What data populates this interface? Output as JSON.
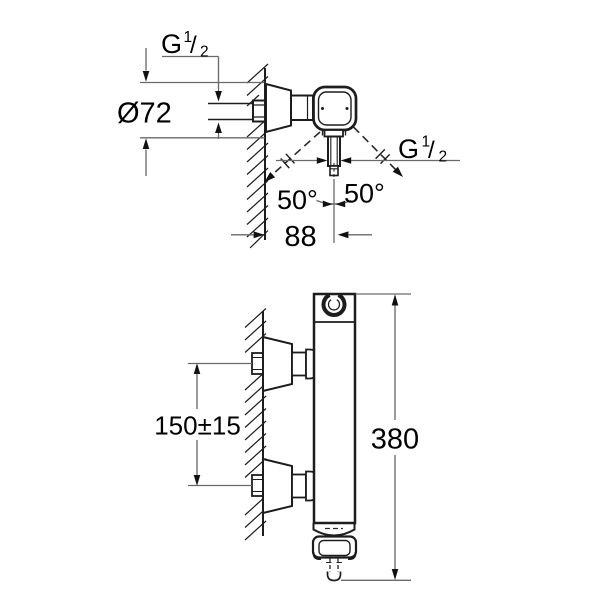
{
  "top_view": {
    "supply_thread": {
      "base": "G",
      "numerator": "1",
      "slash": "/",
      "denominator": "2"
    },
    "escutcheon_diameter": "Ø72",
    "outlet_thread": {
      "base": "G",
      "numerator": "1",
      "slash": "/",
      "denominator": "2"
    },
    "angle_left": "50°",
    "angle_right": "50°",
    "wall_offset": "88"
  },
  "front_view": {
    "connection_spacing": "150±15",
    "overall_height": "380"
  },
  "colors": {
    "object_line": "#1d1d1d",
    "dimension_line": "#6a6a6a",
    "arrowhead": "#111111",
    "background": "#ffffff"
  }
}
